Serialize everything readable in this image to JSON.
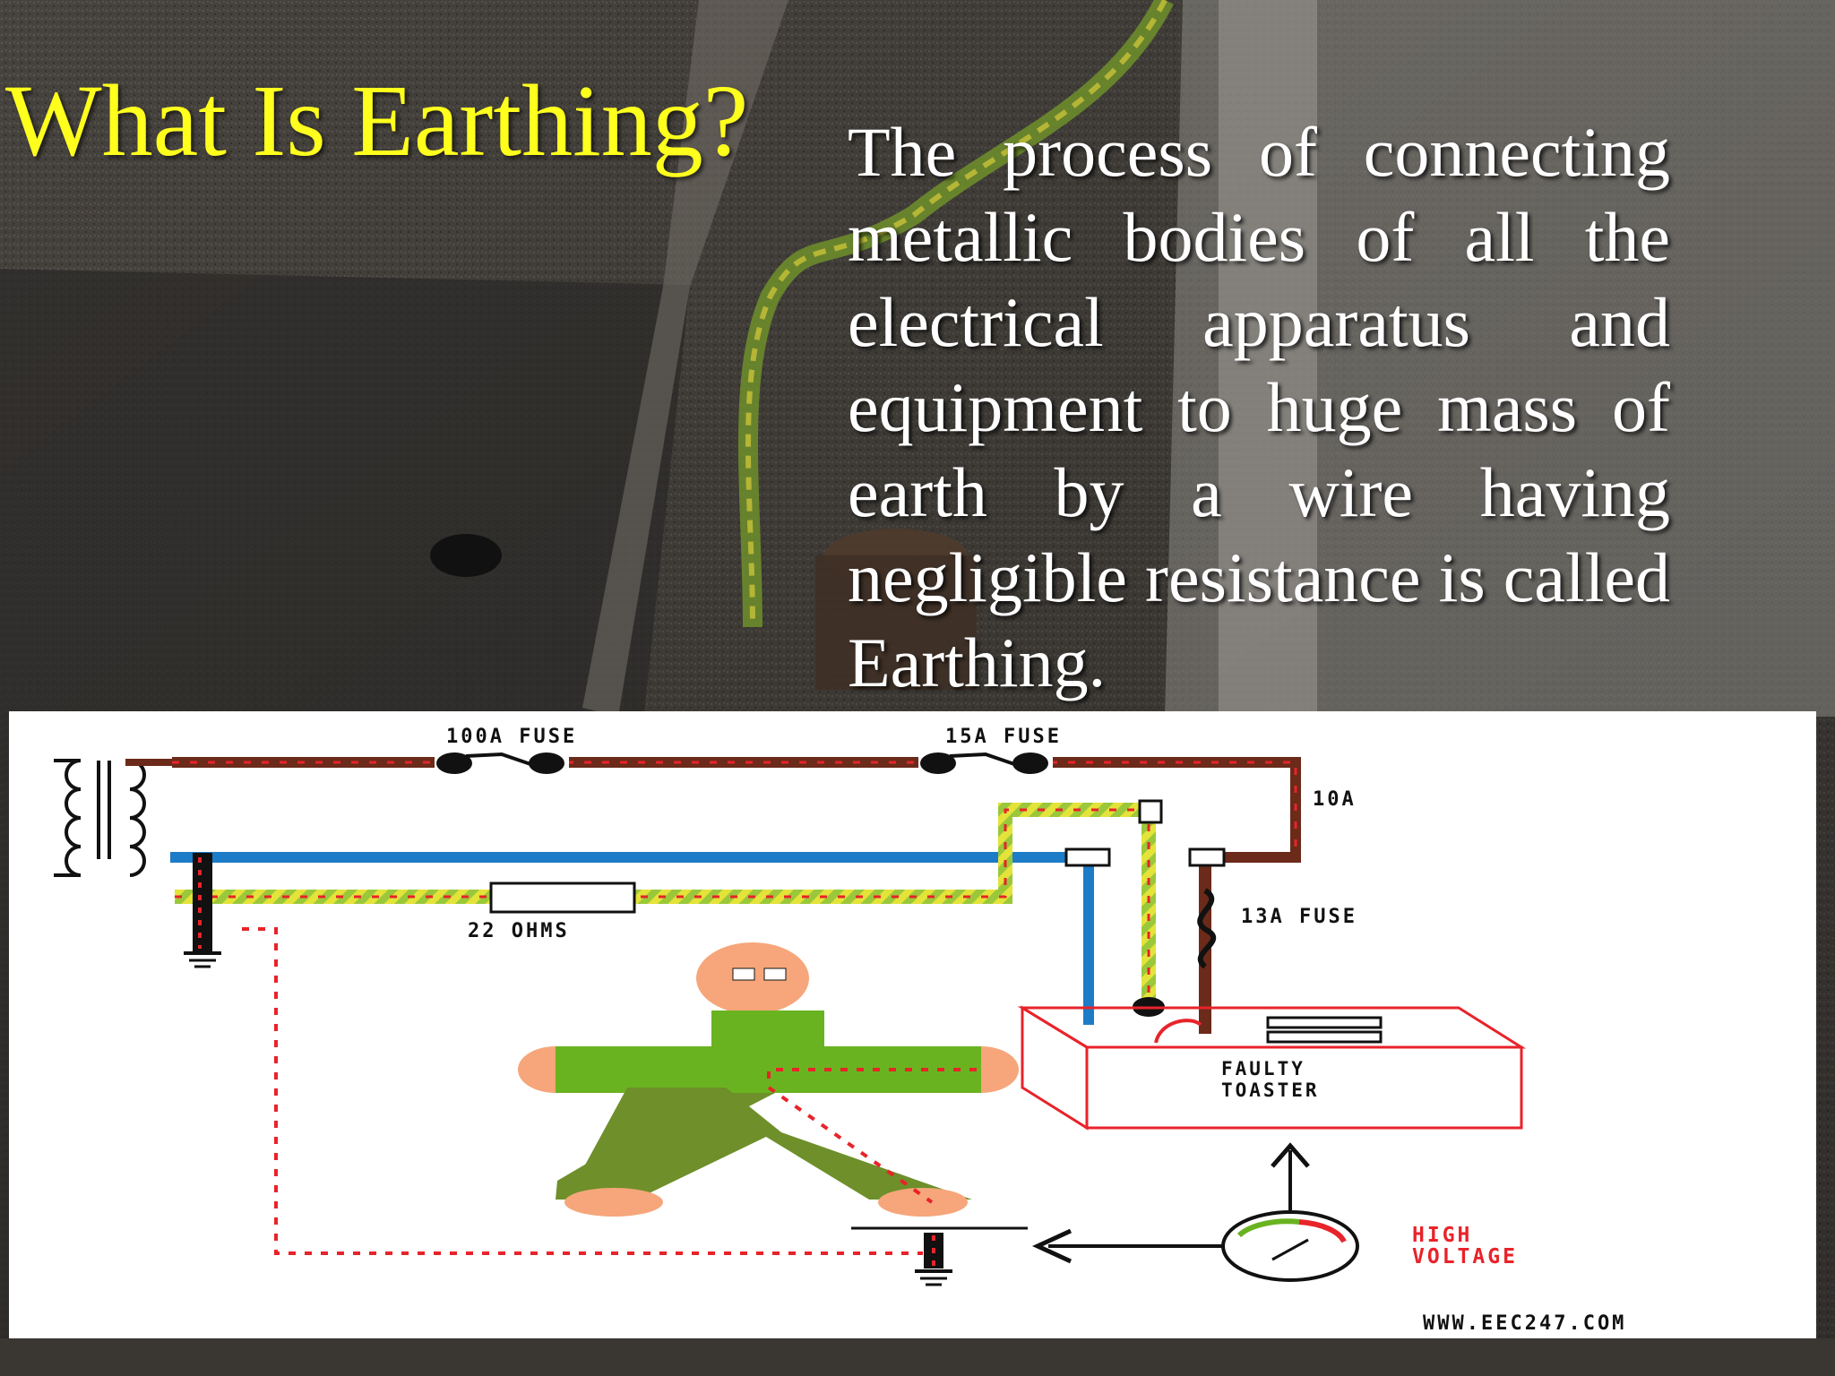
{
  "slide": {
    "title": "What Is Earthing?",
    "body": "The process of connecting metallic bodies of all the electrical apparatus and equipment to huge mass of earth by a wire having negligible resistance is called Earthing."
  },
  "diagram": {
    "labels": {
      "fuse_100a": "100A FUSE",
      "fuse_15a": "15A FUSE",
      "current_10a": "10A",
      "fuse_13a": "13A FUSE",
      "resistor": "22 OHMS",
      "toaster_line1": "FAULTY",
      "toaster_line2": "TOASTER",
      "high_voltage_line1": "HIGH",
      "high_voltage_line2": "VOLTAGE",
      "watermark": "WWW.EEC247.COM"
    },
    "colors": {
      "live_wire": "#6b2a1a",
      "neutral_wire": "#1d7cc7",
      "earth_wire": "#9ac83a",
      "earth_stripe": "#e3e33a",
      "fault_path": "#e8232a",
      "person_skin": "#f6a67a",
      "person_shirt": "#6ab320",
      "person_legs": "#6e8f2a",
      "title": "#ffff1e"
    }
  }
}
